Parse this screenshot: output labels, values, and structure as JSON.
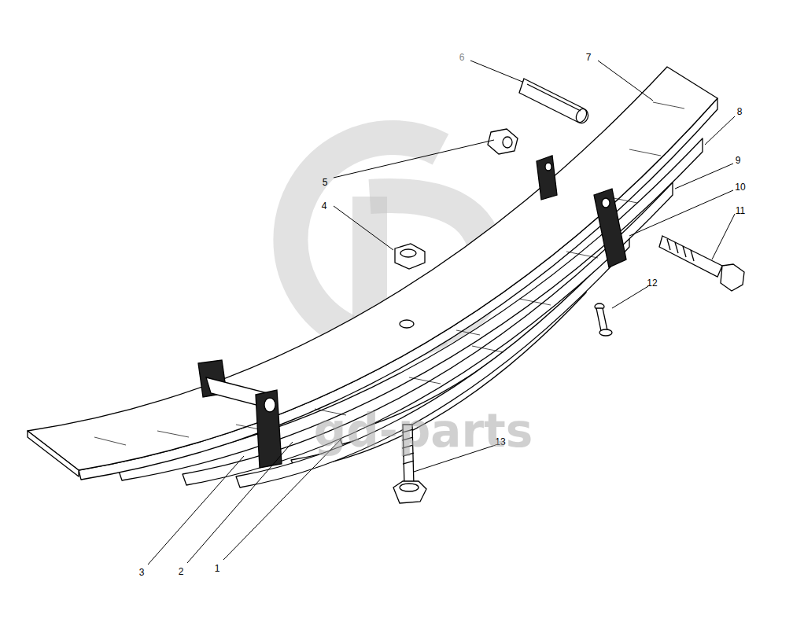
{
  "diagram": {
    "labels": [
      "6",
      "7",
      "8",
      "9",
      "10",
      "11",
      "5",
      "4",
      "12",
      "13",
      "3",
      "2",
      "1",
      "gd-parts"
    ]
  }
}
